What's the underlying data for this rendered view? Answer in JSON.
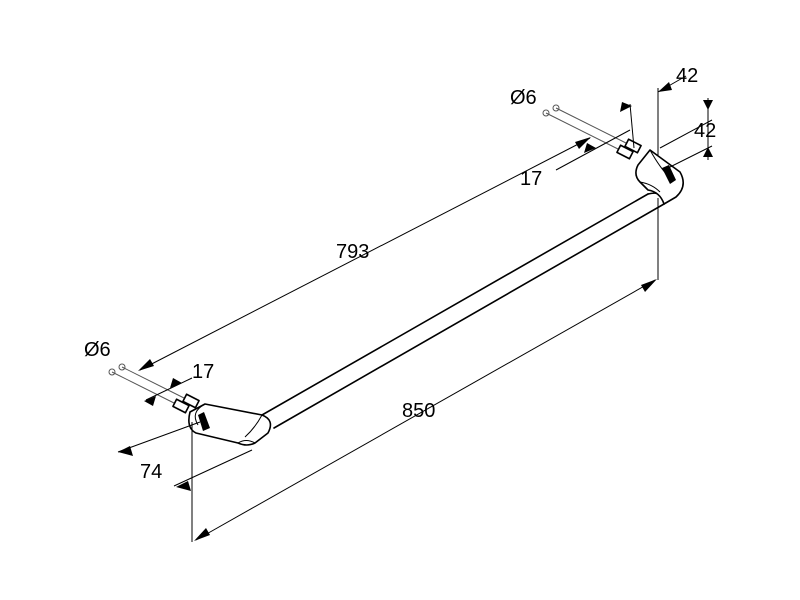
{
  "dimensions": {
    "overall_length": "850",
    "inner_length": "793",
    "left_screw_diameter": "Ø6",
    "right_screw_diameter": "Ø6",
    "left_screw_depth": "17",
    "right_screw_depth": "17",
    "projection": "74",
    "bracket_width": "42",
    "bracket_height": "42"
  }
}
